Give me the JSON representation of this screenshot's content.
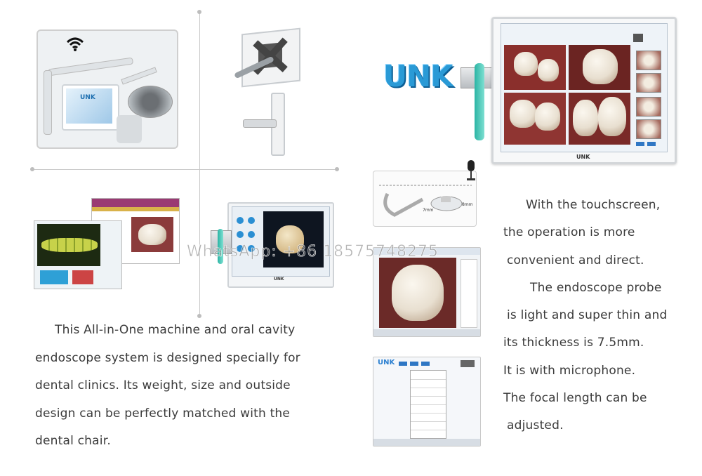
{
  "brand": {
    "logo_text": "UNK",
    "monitor_label": "UNK"
  },
  "watermark": "WhatsApp: +86 18575748275",
  "left_description": [
    "This All-in-One machine and oral cavity",
    "endoscope system is designed specially for",
    "dental clinics. Its weight, size and outside",
    "design can be perfectly matched with the",
    "dental chair."
  ],
  "right_description": [
    "With the touchscreen,",
    "the operation is more",
    "convenient and direct.",
    "The endoscope probe",
    "is light and super thin and",
    "its thickness is 7.5mm.",
    "It is with microphone.",
    "The focal length can be",
    "adjusted."
  ],
  "probe_dimensions": {
    "width": "7mm",
    "height": "8mm"
  },
  "icons": [
    "wifi-icon",
    "microphone-icon"
  ],
  "colors": {
    "brand_blue": "#2a9ad6",
    "text": "#3a3a3a",
    "rule": "#c8c8c8"
  }
}
